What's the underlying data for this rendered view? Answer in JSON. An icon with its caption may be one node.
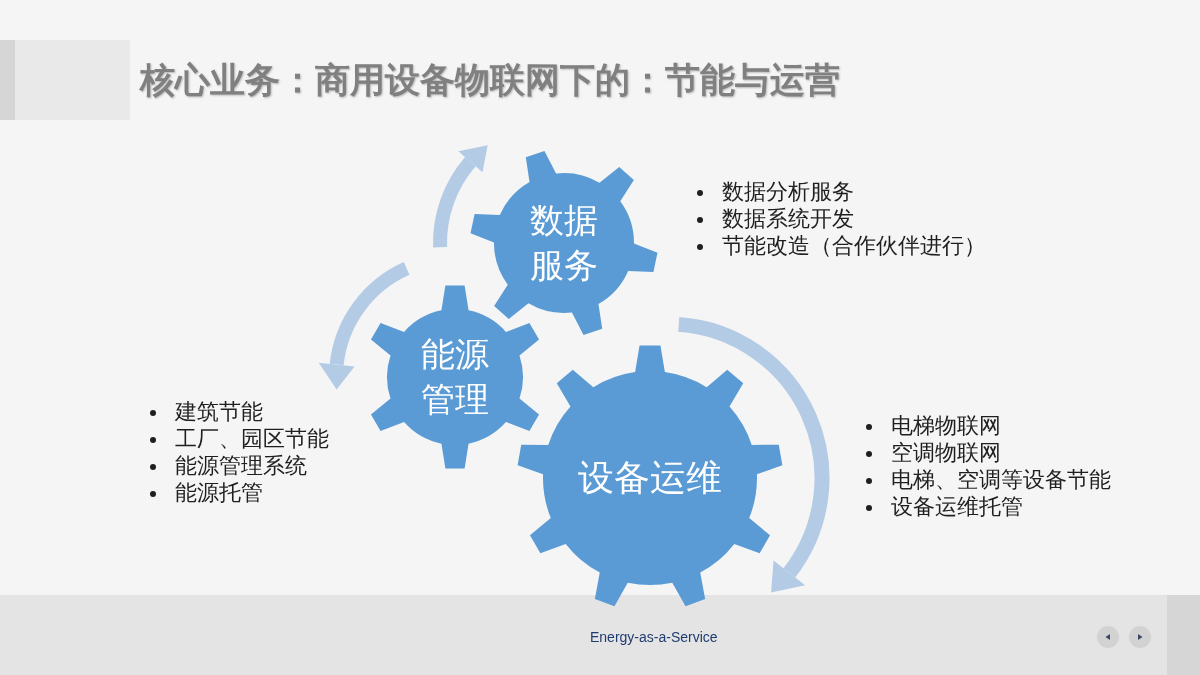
{
  "diagram": {
    "title": "核心业务：商用设备物联网下的：节能与运营",
    "nodes": [
      {
        "text": [
          "数据服务"
        ],
        "beside": [
          "数据分析服务",
          "数据系统开发",
          "节能改造（合作伙伴进行）"
        ]
      },
      {
        "text": [
          "能源管理"
        ],
        "beside": [
          "建筑节能",
          "工厂、园区节能",
          "能源管理系统",
          "能源托管"
        ]
      },
      {
        "text": [
          "设备运维"
        ],
        "beside": [
          "电梯物联网",
          "空调物联网",
          "电梯、空调等设备节能",
          "设备运维托管"
        ]
      }
    ],
    "labels": [
      "Energy-as-a-Service"
    ]
  }
}
